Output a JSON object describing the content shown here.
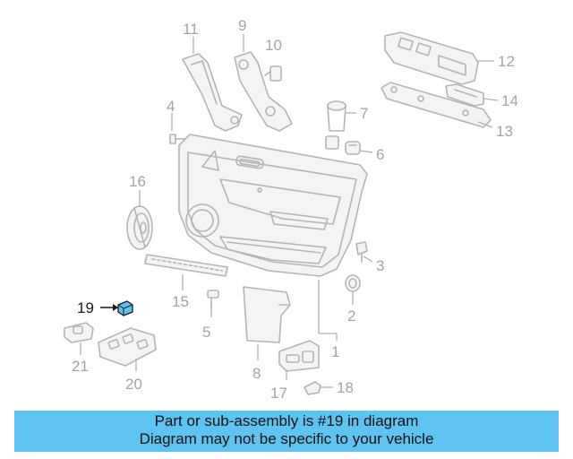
{
  "diagram": {
    "callouts": {
      "c1": "1",
      "c2": "2",
      "c3": "3",
      "c4": "4",
      "c5": "5",
      "c6": "6",
      "c7": "7",
      "c8": "8",
      "c9": "9",
      "c10": "10",
      "c11": "11",
      "c12": "12",
      "c13": "13",
      "c14": "14",
      "c15": "15",
      "c16": "16",
      "c17": "17",
      "c18": "18",
      "c19": "19",
      "c20": "20",
      "c21": "21"
    },
    "highlighted_part": "19",
    "highlight_color": "#5ec3f0",
    "part_color": "#b4b4b4"
  },
  "banner": {
    "line1": "Part or sub-assembly is #19 in diagram",
    "line2": "Diagram may not be specific to your vehicle",
    "background": "#5ec3f0"
  }
}
